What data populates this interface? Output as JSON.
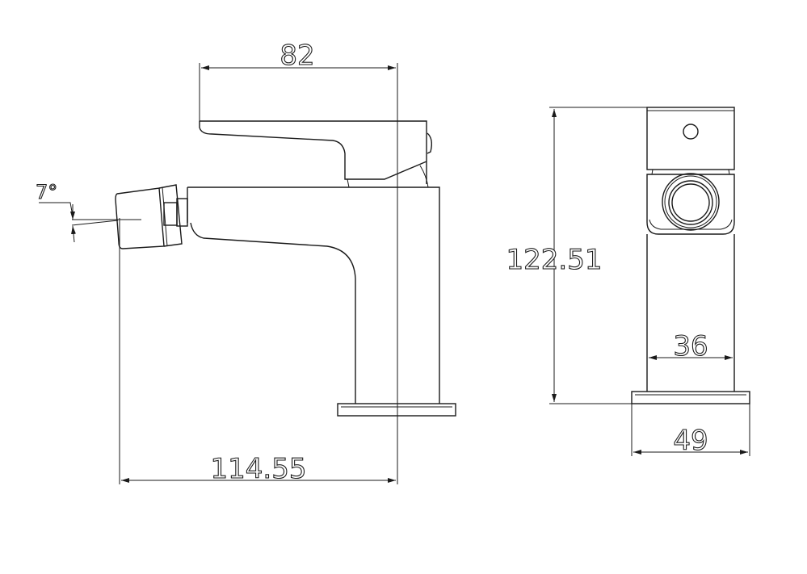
{
  "drawing": {
    "side_view": {
      "dimensions": {
        "handle_length": "82",
        "overall_reach": "114.55",
        "spout_angle": "7°"
      }
    },
    "front_view": {
      "dimensions": {
        "height": "122.51",
        "body_width": "36",
        "base_width": "49"
      }
    },
    "line_color": "#1a1a1a",
    "background": "#ffffff"
  }
}
